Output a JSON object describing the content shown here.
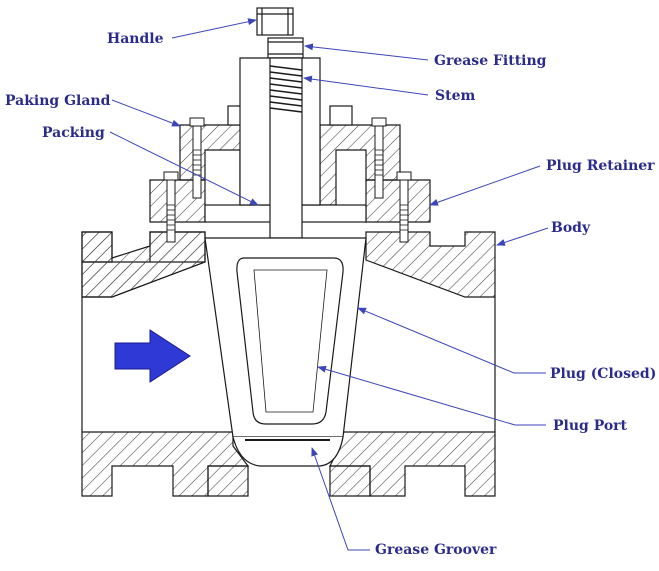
{
  "colors": {
    "label": "#2b2b8c",
    "leader": "#3c46b8",
    "outline": "#1a1a1a",
    "hatch": "#444444",
    "flow_arrow": "#2f3ad6"
  },
  "flow_arrow_icon": "flow-direction-arrow",
  "labels": {
    "handle": "Handle",
    "grease_fitting": "Grease Fitting",
    "stem": "Stem",
    "packing_gland": "Paking Gland",
    "packing": "Packing",
    "plug_retainer": "Plug Retainer",
    "body": "Body",
    "plug_closed": "Plug (Closed)",
    "plug_port": "Plug Port",
    "grease_groover": "Grease Groover"
  }
}
